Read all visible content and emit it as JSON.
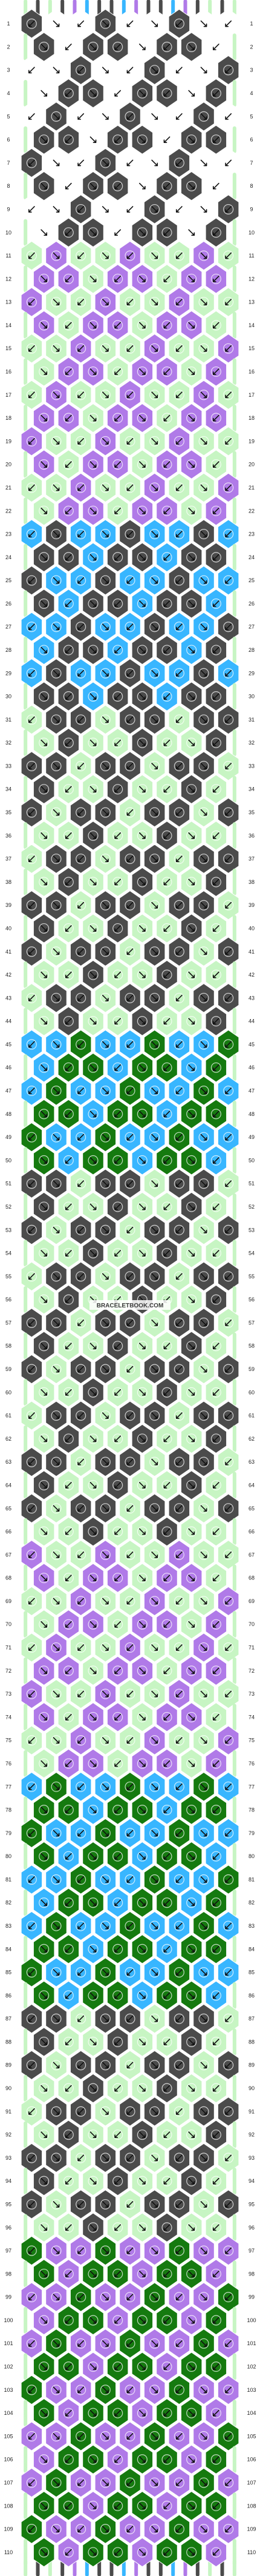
{
  "pattern": {
    "rows": 110,
    "strings_count": 18,
    "colors": {
      "A": "#c7f5c3",
      "B": "#4b4b4b",
      "C": "#38b6ff",
      "D": "#b07ae8",
      "E": "#157a0f",
      "F": "#ffffff"
    },
    "string_colors": [
      "A",
      "B",
      "A",
      "B",
      "D",
      "C",
      "B",
      "B",
      "C",
      "D",
      "B",
      "B",
      "C",
      "D",
      "B",
      "A",
      "B",
      "A"
    ],
    "row_numbers_left": [
      "1",
      "2",
      "3",
      "4",
      "5",
      "6",
      "7",
      "8",
      "9",
      "10",
      "11",
      "12",
      "13",
      "14",
      "15",
      "16",
      "17",
      "18",
      "19",
      "20",
      "21",
      "22",
      "23",
      "24",
      "25",
      "26",
      "27",
      "28",
      "29",
      "30",
      "31",
      "32",
      "33",
      "34",
      "35",
      "36",
      "37",
      "38",
      "39",
      "40",
      "41",
      "42",
      "43",
      "44",
      "45",
      "46",
      "47",
      "48",
      "49",
      "50",
      "51",
      "52",
      "53",
      "54",
      "55",
      "56",
      "57",
      "58",
      "59",
      "60",
      "61",
      "62",
      "63",
      "64",
      "65",
      "66",
      "67",
      "68",
      "69",
      "70",
      "71",
      "72",
      "73",
      "74",
      "75",
      "76",
      "77",
      "78",
      "79",
      "80",
      "81",
      "82",
      "83",
      "84",
      "85",
      "86",
      "87",
      "88",
      "89",
      "90",
      "91",
      "92",
      "93",
      "94",
      "95",
      "96",
      "97",
      "98",
      "99",
      "100",
      "101",
      "102",
      "103",
      "104",
      "105",
      "106",
      "107",
      "108",
      "109",
      "110"
    ],
    "row_numbers_right": [
      "1",
      "2",
      "3",
      "4",
      "5",
      "6",
      "7",
      "8",
      "9",
      "10",
      "11",
      "12",
      "13",
      "14",
      "15",
      "16",
      "17",
      "18",
      "19",
      "20",
      "21",
      "22",
      "23",
      "24",
      "25",
      "26",
      "27",
      "28",
      "29",
      "30",
      "31",
      "32",
      "33",
      "34",
      "35",
      "36",
      "37",
      "38",
      "39",
      "40",
      "41",
      "42",
      "43",
      "44",
      "45",
      "46",
      "47",
      "48",
      "49",
      "50",
      "51",
      "52",
      "53",
      "54",
      "55",
      "56",
      "57",
      "58",
      "59",
      "60",
      "61",
      "62",
      "63",
      "64",
      "65",
      "66",
      "67",
      "68",
      "69",
      "70",
      "71",
      "72",
      "73",
      "74",
      "75",
      "76",
      "77",
      "78",
      "79",
      "80",
      "81",
      "82",
      "83",
      "84",
      "85",
      "86",
      "87",
      "88",
      "89",
      "90",
      "91",
      "92",
      "93",
      "94",
      "95",
      "96",
      "97",
      "98",
      "99",
      "100",
      "101",
      "102",
      "103",
      "104",
      "105",
      "106",
      "107",
      "108",
      "109",
      "110"
    ],
    "bands": [
      {
        "from": 1,
        "to": 10,
        "knot": "B",
        "bg": "F"
      },
      {
        "from": 11,
        "to": 22,
        "knot": "D",
        "bg": "A"
      },
      {
        "from": 23,
        "to": 30,
        "knot": "B",
        "bg": "C"
      },
      {
        "from": 31,
        "to": 44,
        "knot": "A",
        "bg": "B"
      },
      {
        "from": 45,
        "to": 50,
        "knot": "E",
        "bg": "C"
      },
      {
        "from": 51,
        "to": 66,
        "knot": "A",
        "bg": "B"
      },
      {
        "from": 67,
        "to": 76,
        "knot": "D",
        "bg": "A"
      },
      {
        "from": 77,
        "to": 86,
        "knot": "E",
        "bg": "C"
      },
      {
        "from": 87,
        "to": 96,
        "knot": "A",
        "bg": "B"
      },
      {
        "from": 97,
        "to": 110,
        "knot": "E",
        "bg": "D"
      }
    ]
  },
  "watermark": {
    "text": "BRACELETBOOK.COM"
  }
}
